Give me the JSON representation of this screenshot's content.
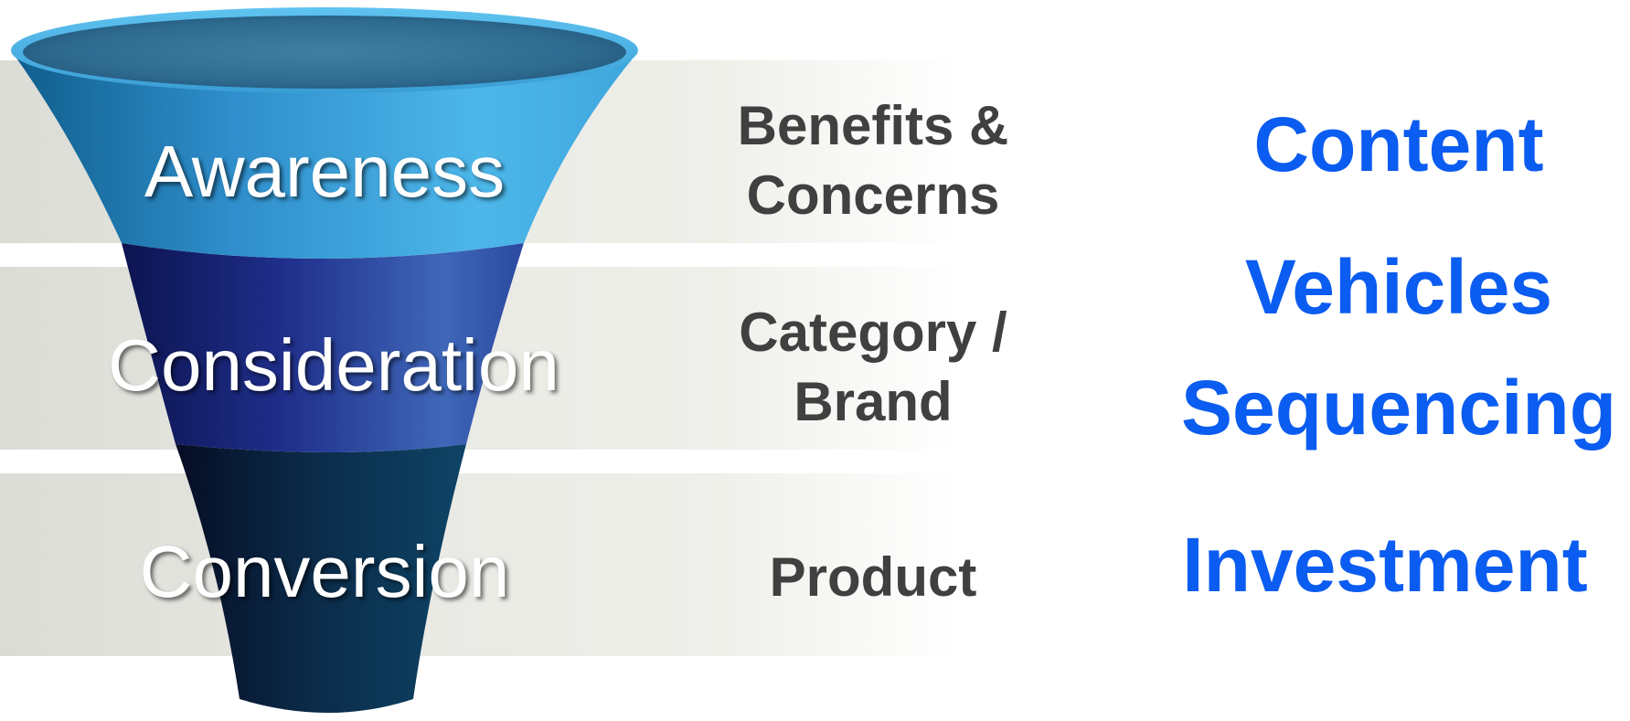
{
  "stages": [
    {
      "name": "Awareness",
      "focus_lines": [
        "Benefits &",
        "Concerns"
      ]
    },
    {
      "name": "Consideration",
      "focus_lines": [
        "Category /",
        "Brand"
      ]
    },
    {
      "name": "Conversion",
      "focus_lines": [
        "Product"
      ]
    }
  ],
  "plan_items": [
    "Content",
    "Vehicles",
    "Sequencing",
    "Investment"
  ],
  "colors": {
    "awareness_section": "#47b0e6",
    "consideration_section": "#2a3fa8",
    "conversion_section": "#0b3a5c",
    "focus_text": "#404040",
    "plan_text": "#0b5cf0",
    "band": "#e6e6e0"
  }
}
